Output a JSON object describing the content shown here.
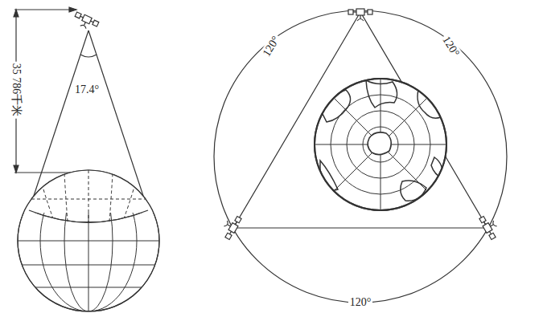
{
  "diagram": {
    "labels": [
      "35 786千米",
      "17.4°",
      "120°",
      "120°",
      "120°"
    ]
  }
}
